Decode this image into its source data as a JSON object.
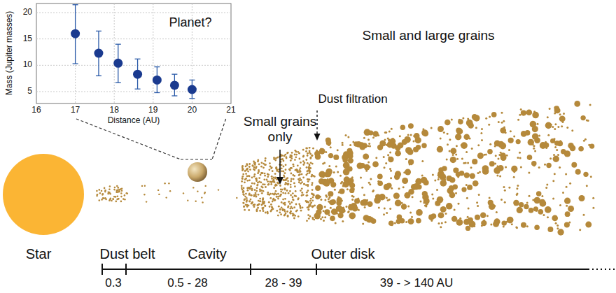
{
  "diagram": {
    "labels": [
      "Planet?",
      "Mass (Jupiter masses)",
      "20",
      "15",
      "10",
      "5",
      "16",
      "17",
      "18",
      "19",
      "20",
      "21",
      "Distance (AU)",
      "Small grains only",
      "Dust filtration",
      "Small and large grains",
      "Star",
      "Dust belt",
      "Cavity",
      "Outer disk",
      "0.3",
      "0.5 - 28",
      "28 - 39",
      "39 - > 140 AU"
    ]
  }
}
